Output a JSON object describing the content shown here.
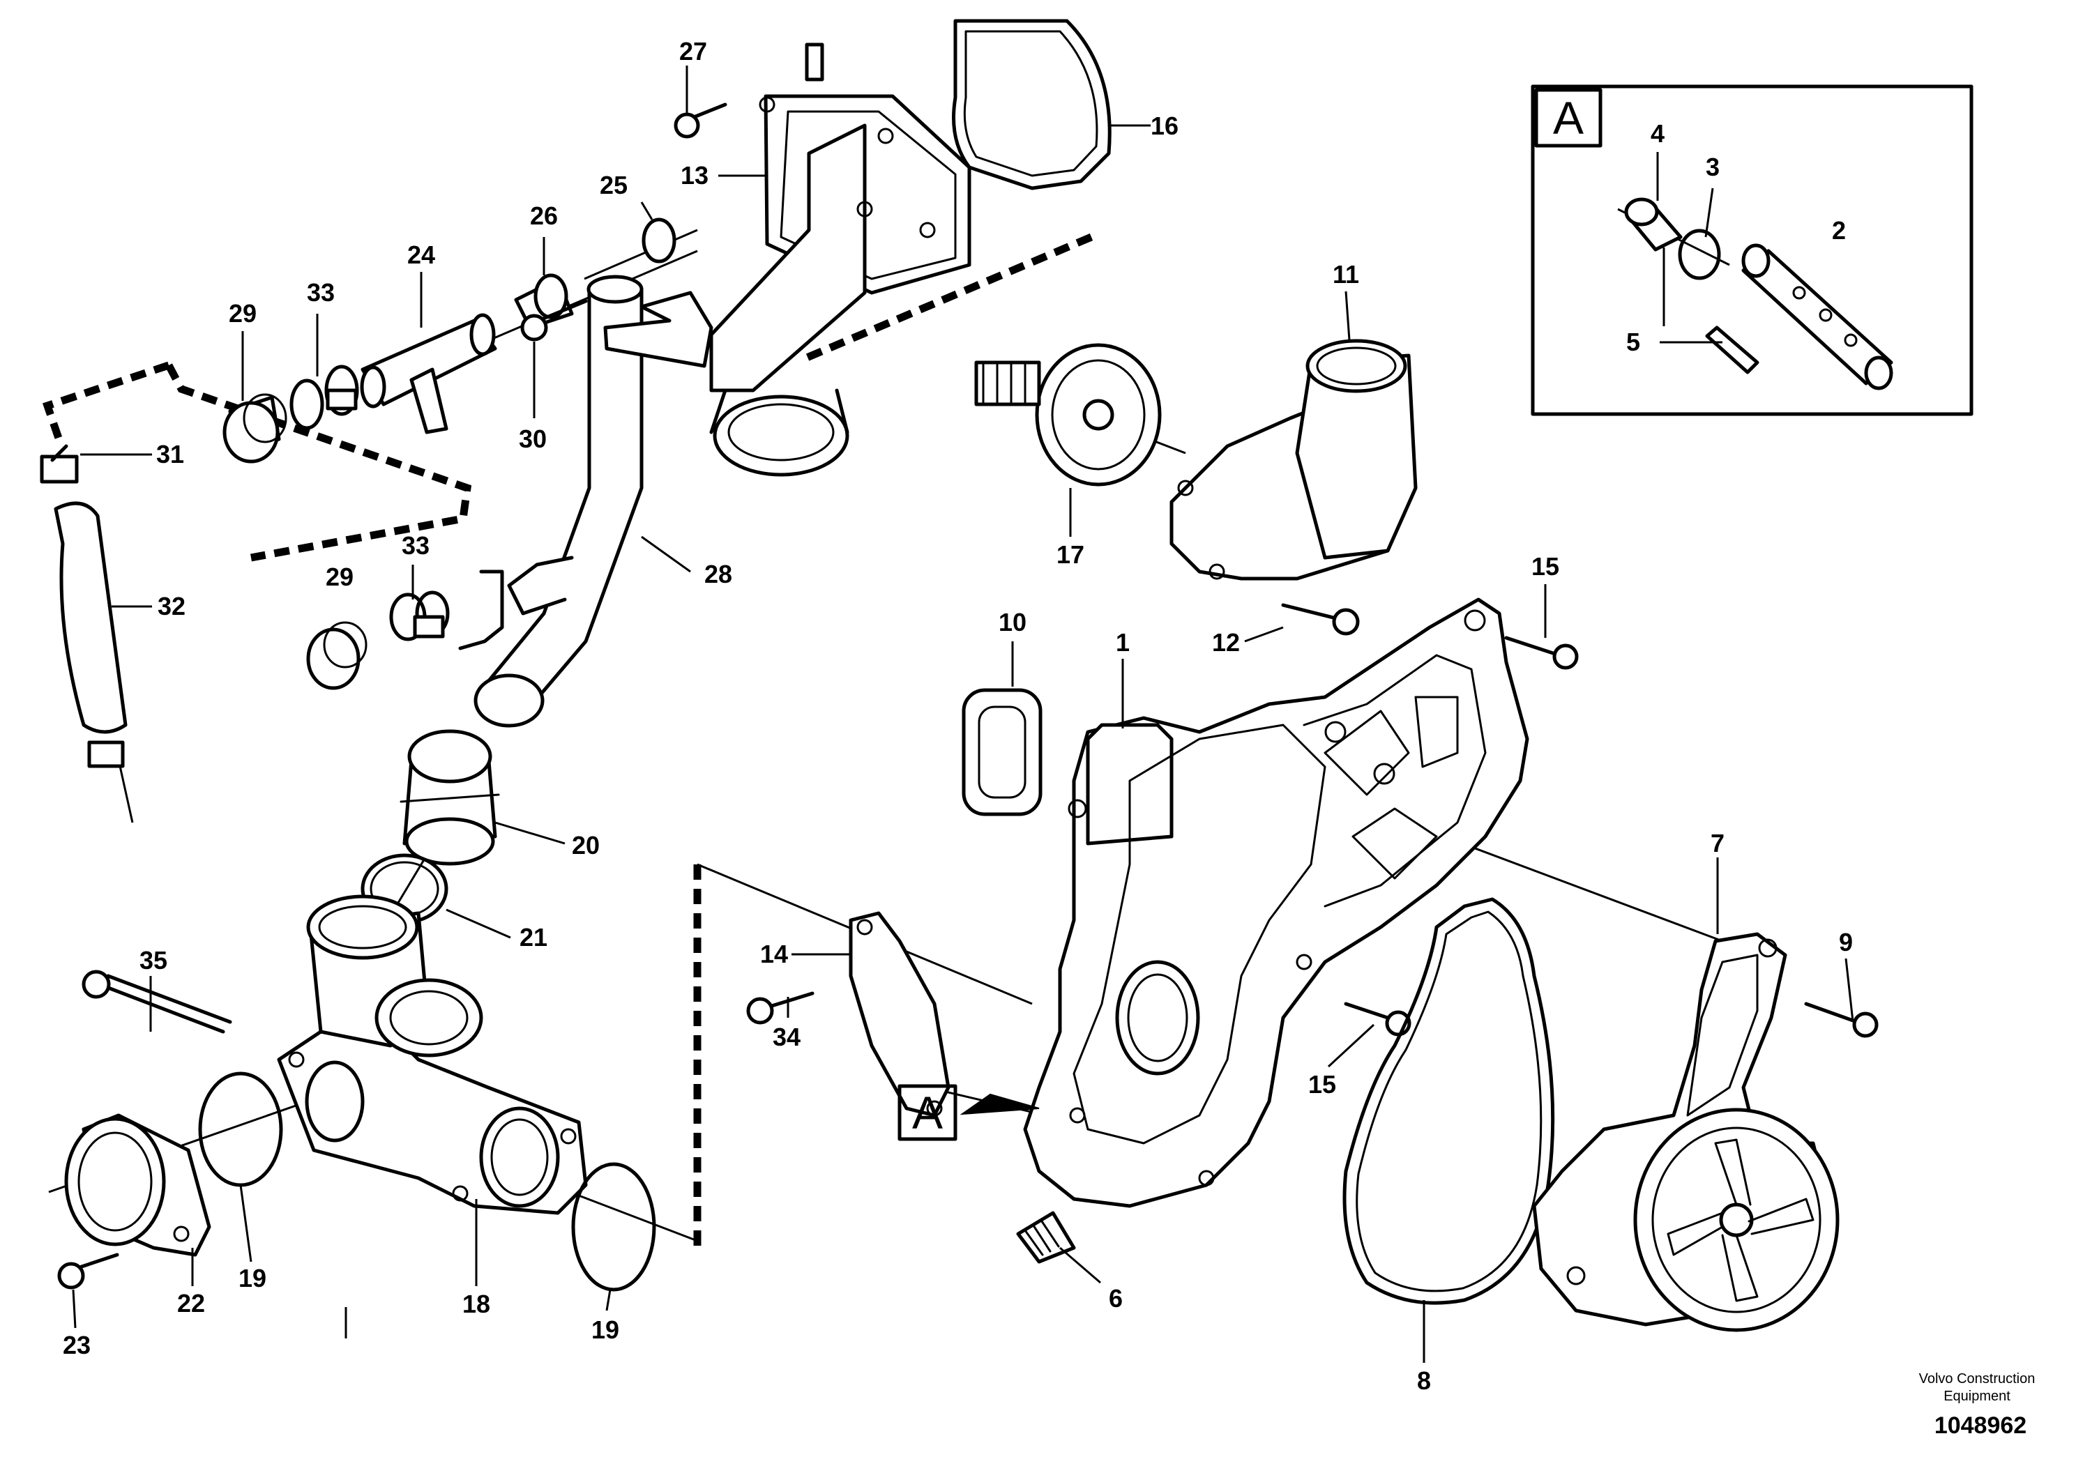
{
  "detail_ref": "A",
  "callouts": [
    "1",
    "2",
    "3",
    "4",
    "5",
    "6",
    "7",
    "8",
    "9",
    "10",
    "11",
    "12",
    "13",
    "14",
    "15",
    "15",
    "16",
    "17",
    "18",
    "19",
    "19",
    "20",
    "21",
    "22",
    "23",
    "24",
    "25",
    "26",
    "27",
    "28",
    "29",
    "29",
    "30",
    "31",
    "32",
    "33",
    "33",
    "34",
    "35"
  ],
  "footer": {
    "manufacturer_line1": "Volvo Construction",
    "manufacturer_line2": "Equipment",
    "drawing_number": "1048962"
  }
}
